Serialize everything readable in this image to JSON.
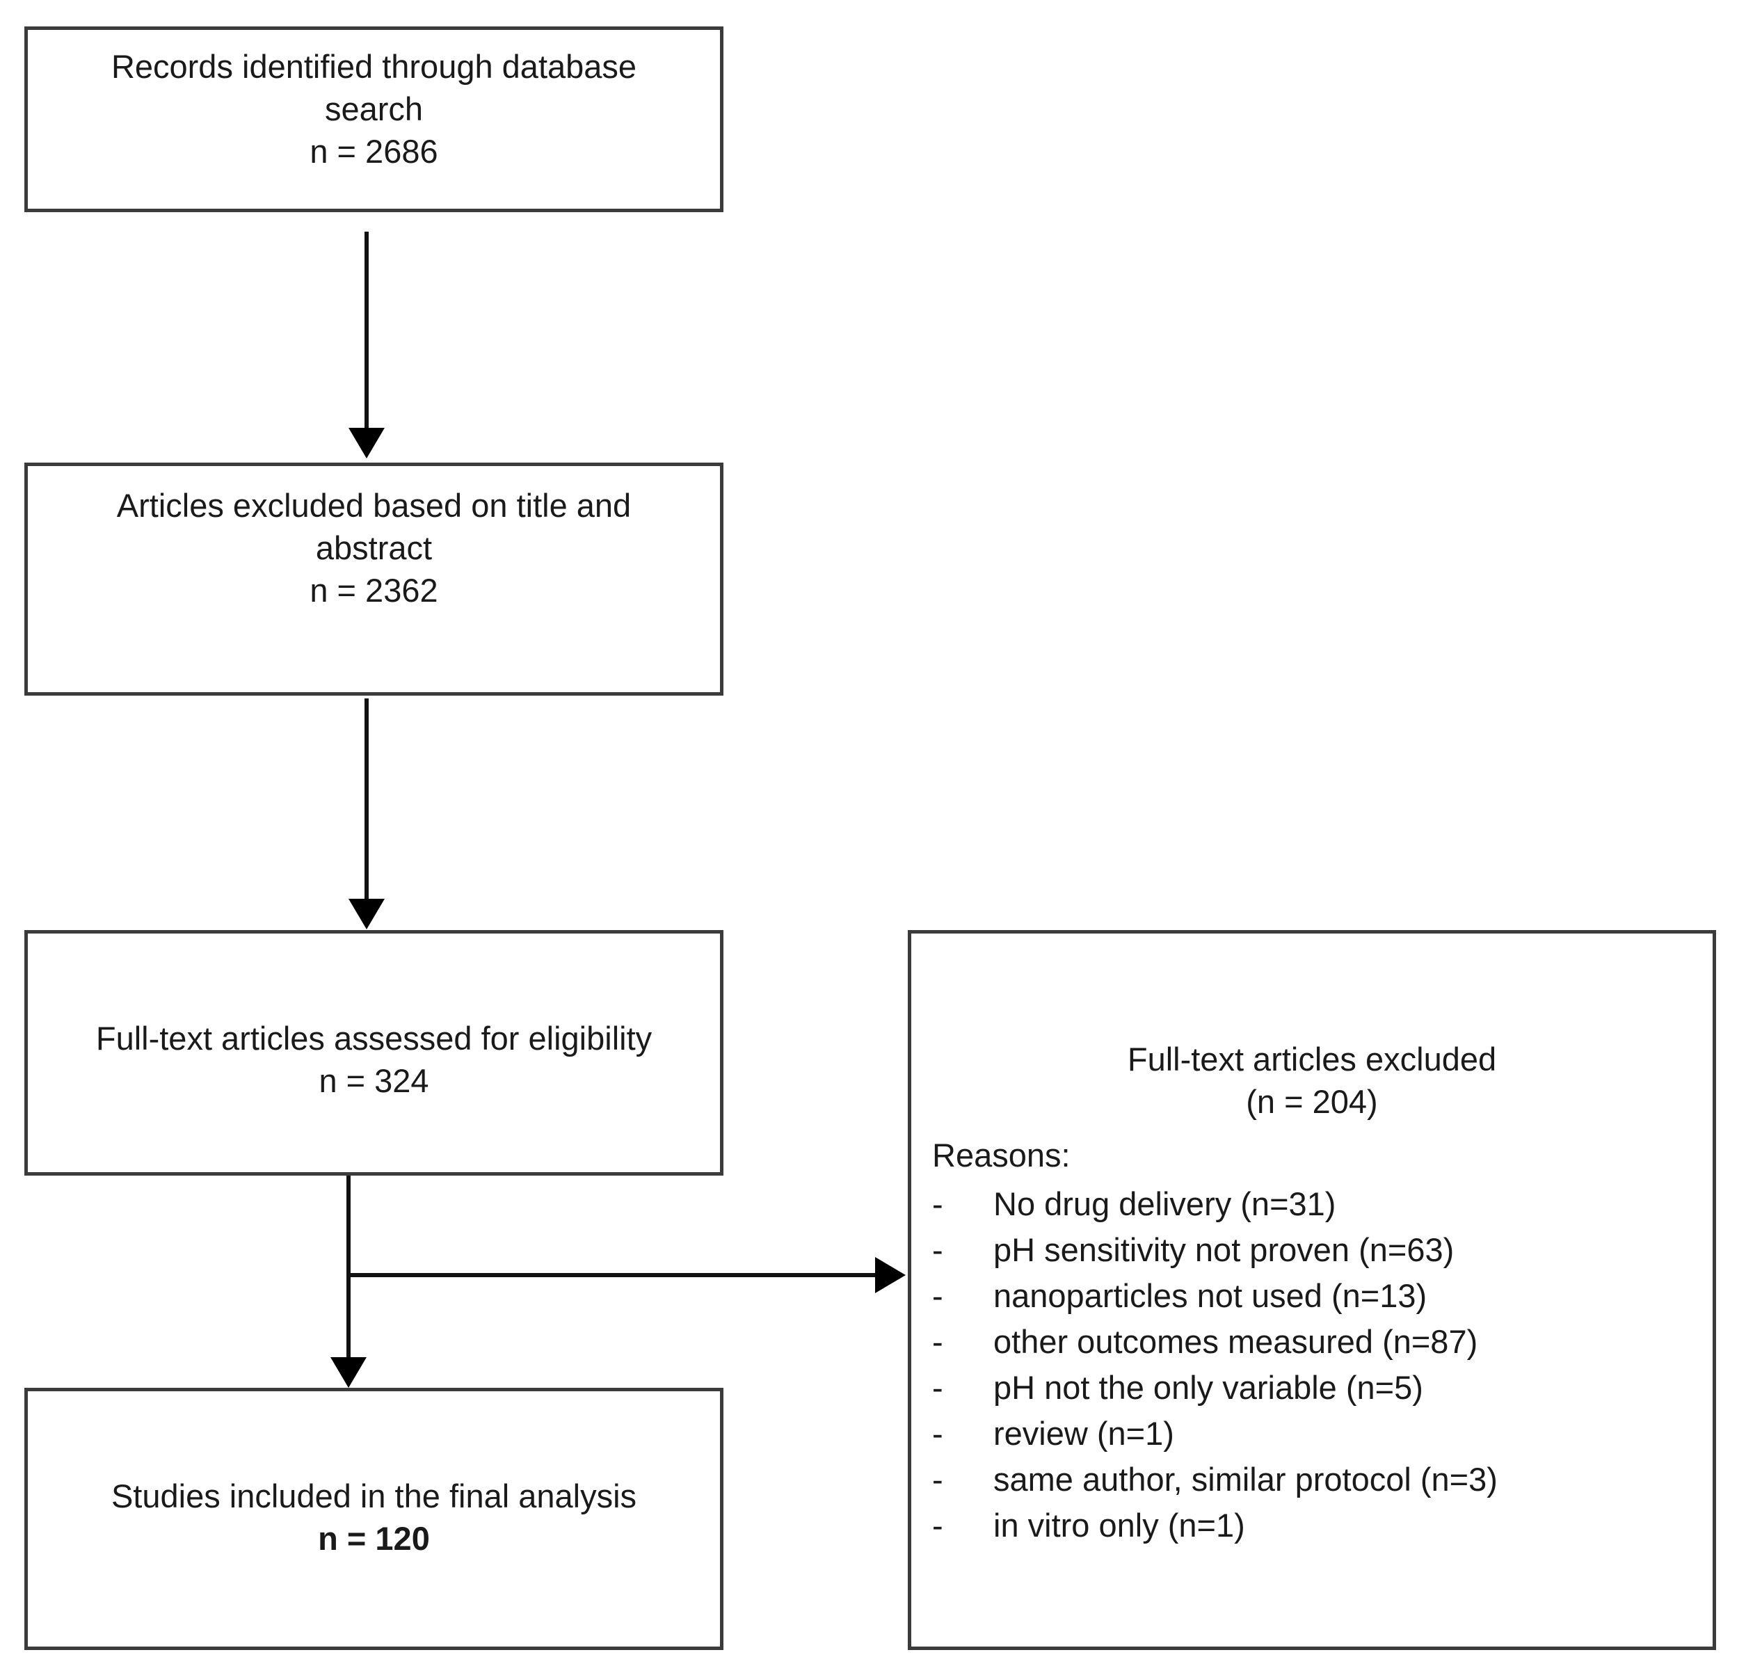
{
  "diagram": {
    "title": "PRISMA study selection flow diagram",
    "line_color": "#111111",
    "box_border_color": "#3b3b3b",
    "background": "#ffffff",
    "boxes": [
      {
        "id": "identified",
        "text": "Records identified through database\nsearch\nn = 2686"
      },
      {
        "id": "excluded-title-abstract",
        "text": "Articles excluded based on title and\nabstract\nn = 2362"
      },
      {
        "id": "fulltext-assessed",
        "text": "Full-text articles assessed for eligibility\nn = 324"
      },
      {
        "id": "included-final",
        "text_line1": "Studies included in the final analysis",
        "text_line2": "n = 120"
      }
    ],
    "excluded_panel": {
      "heading": "Full-text articles excluded\n(n = 204)",
      "reasons_label": "Reasons:",
      "dash": "-",
      "reasons": [
        "No drug delivery (n=31)",
        "pH sensitivity not proven (n=63)",
        "nanoparticles not used (n=13)",
        "other outcomes measured (n=87)",
        "pH not the only variable (n=5)",
        "review (n=1)",
        "same author, similar protocol (n=3)",
        "in vitro only (n=1)"
      ]
    }
  }
}
